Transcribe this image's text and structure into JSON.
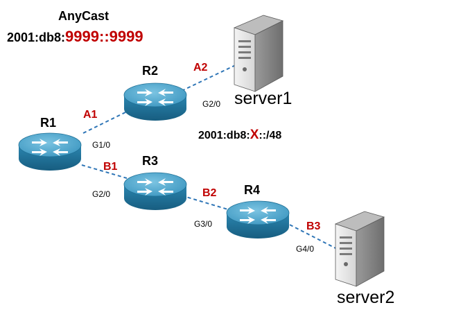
{
  "anycast": {
    "title": "AnyCast",
    "prefix": "2001:db8:",
    "value": "9999::9999"
  },
  "subnet": {
    "prefix": "2001:db8:",
    "var": "X",
    "suffix": "::/48"
  },
  "routers": {
    "r1": "R1",
    "r2": "R2",
    "r3": "R3",
    "r4": "R4"
  },
  "servers": {
    "server1": "server1",
    "server2": "server2"
  },
  "links": {
    "a1": "A1",
    "a2": "A2",
    "b1": "B1",
    "b2": "B2",
    "b3": "B3"
  },
  "interfaces": {
    "r1_g1": "G1/0",
    "r1_g2": "G2/0",
    "r2_g2": "G2/0",
    "r4_g3": "G3/0",
    "r4_g4": "G4/0"
  },
  "colors": {
    "link": "#2e75b6",
    "accent_red": "#c00000",
    "router_top": "#4aa3c9",
    "router_side": "#1f6f95",
    "text": "#000000"
  }
}
